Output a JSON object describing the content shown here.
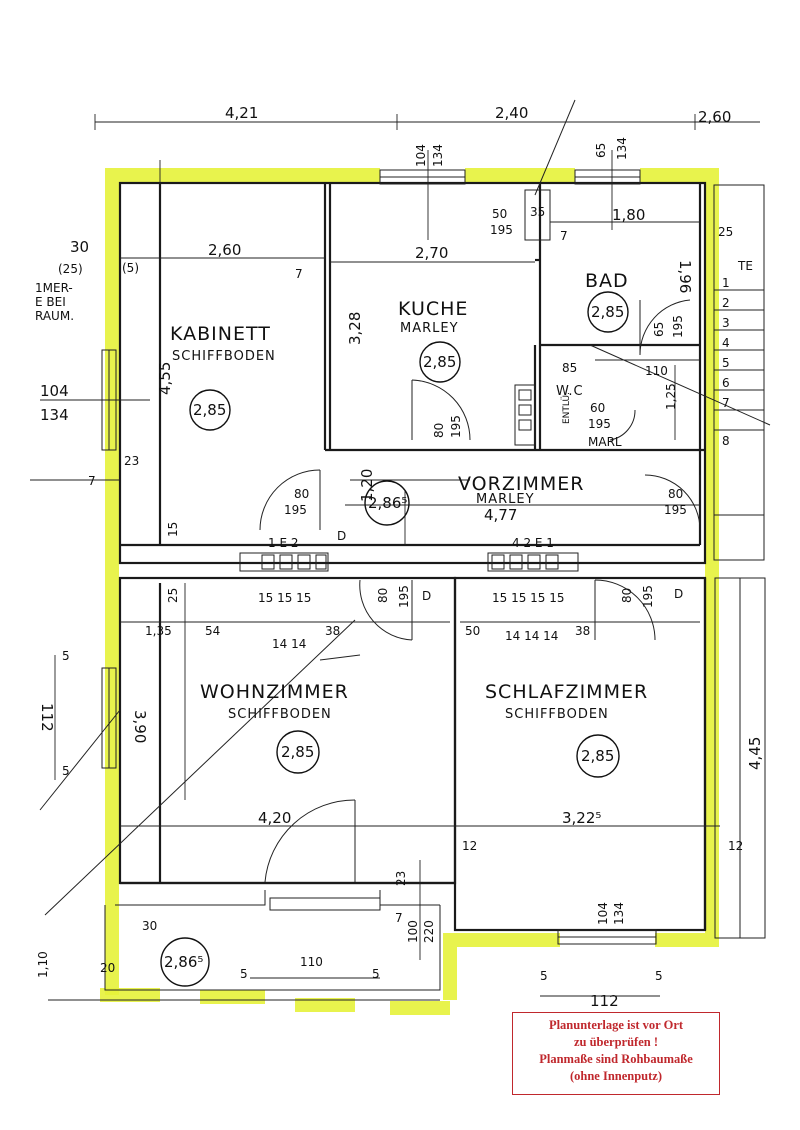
{
  "rooms": {
    "kabinett": {
      "name": "KABINETT",
      "floor": "SCHIFFBODEN",
      "height": "2,85"
    },
    "kueche": {
      "name": "KUCHE",
      "floor": "MARLEY",
      "height": "2,85"
    },
    "bad": {
      "name": "BAD",
      "height": "2,85"
    },
    "wc": {
      "name": "W.C",
      "floor": "MARL"
    },
    "vorzimmer": {
      "name": "VORZIMMER",
      "floor": "MARLEY",
      "height": "2,86⁵"
    },
    "wohnzimmer": {
      "name": "WOHNZIMMER",
      "floor": "SCHIFFBODEN",
      "height": "2,85"
    },
    "schlafzimmer": {
      "name": "SCHLAFZIMMER",
      "floor": "SCHIFFBODEN",
      "height": "2,85"
    },
    "loggia": {
      "height": "2,86⁵"
    }
  },
  "dimensions": {
    "top_421": "4,21",
    "top_240": "2,40",
    "top_260": "2,60",
    "win_104": "104",
    "win_134": "134",
    "win_65": "65",
    "win_134b": "134",
    "kab_260": "2,60",
    "kab_455": "4,55",
    "kab_7": "7",
    "kue_270": "2,70",
    "kue_328": "3,28",
    "bad_180": "1,80",
    "bad_196": "1,96",
    "v30": "30",
    "v25": "(25)",
    "v5": "(5)",
    "win_left_104": "104",
    "win_left_134": "134",
    "s23": "23",
    "s7": "7",
    "s25": "25",
    "wc_85": "85",
    "wc_110": "110",
    "wc_125": "1,25",
    "d65": "65",
    "d95": "195",
    "d50": "50",
    "d35": "35",
    "d195": "195",
    "d7": "7",
    "d80a": "80",
    "d195a": "195",
    "d80b": "80",
    "d195b": "195",
    "d80c": "80",
    "d195c": "195",
    "d80d": "80",
    "d195d": "195",
    "d80e": "80",
    "d195e": "195",
    "d60": "60",
    "d195f": "195",
    "vz_477": "4,77",
    "vz_120": "1,20",
    "vz_15": "15",
    "wz_390": "3,90",
    "wz_420": "4,20",
    "wz_135": "1,35",
    "wz_54": "54",
    "wz_38": "38",
    "wz_15s": "15 15 15",
    "wz_14s": "14 14",
    "sz_322": "3,22⁵",
    "sz_50": "50",
    "sz_15s": "15 15 15 15",
    "sz_14s": "14 14 14",
    "sz_38": "38",
    "sz_445": "4,45",
    "s12a": "12",
    "s12b": "12",
    "left_112": "112",
    "left_5a": "5",
    "left_5b": "5",
    "bot_100": "100",
    "bot_220": "220",
    "bot_110": "110",
    "bot_5a": "5",
    "bot_5b": "5",
    "bot_23": "23",
    "bot_7": "7",
    "bot_30": "30",
    "bot_20": "20",
    "bot_110v": "1,10",
    "sz_win_104": "104",
    "sz_win_134": "134",
    "sz_bot_112": "112",
    "sz_bot_5a": "5",
    "sz_bot_5b": "5",
    "d25": "25",
    "te": "TE",
    "stairs": [
      "1",
      "2",
      "3",
      "4",
      "5",
      "6",
      "7",
      "8"
    ],
    "margin_left": "1MER-\nE BEI\nRAUM."
  },
  "labels": {
    "chimney_left": "1 E 2",
    "chimney_right": "4 2 E 1",
    "d_a": "D",
    "d_b": "D",
    "d_c": "D",
    "entlue": "ENTLÜ."
  },
  "note": {
    "line1": "Planunterlage ist vor Ort",
    "line2": "zu überprüfen !",
    "line3": "Planmaße sind Rohbaumaße",
    "line4": "(ohne Innenputz)"
  },
  "colors": {
    "highlight": "#e6f23a",
    "note_red": "#c0282d"
  }
}
